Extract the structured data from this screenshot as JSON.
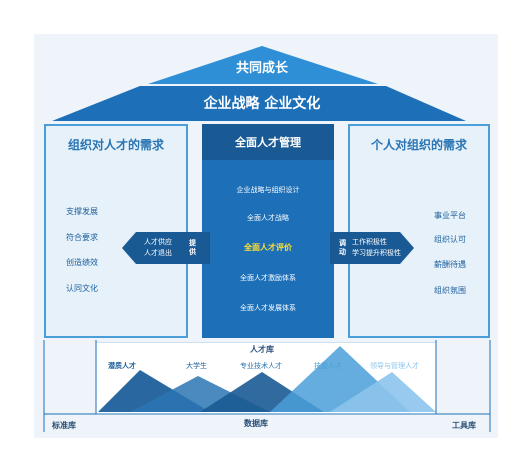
{
  "roof": {
    "top_title": "共同成长",
    "band_title": "企业战略 企业文化"
  },
  "left_panel": {
    "title": "组织对人才的需求",
    "items": [
      "支撑发展",
      "符合要求",
      "创造绩效",
      "认同文化"
    ]
  },
  "center_panel": {
    "title": "全面人才管理",
    "items": [
      "企业战略与组织设计",
      "全面人才战略",
      "全面人才评价",
      "全面人才激励体系",
      "全面人才发展体系"
    ],
    "highlight_color": "#ffe033"
  },
  "right_panel": {
    "title": "个人对组织的需求",
    "items": [
      "事业平台",
      "组织认可",
      "薪酬待遇",
      "组织氛围"
    ]
  },
  "left_flow": {
    "lines": [
      "人才供应",
      "人才退出"
    ],
    "vertical_label": "提供"
  },
  "right_flow": {
    "vertical_label": "调动",
    "lines": [
      "工作积极性",
      "学习提升积极性"
    ]
  },
  "talent_pool": {
    "title": "人才库",
    "categories": [
      {
        "label": "潜质人才",
        "color": "#1d5f9c"
      },
      {
        "label": "大学生",
        "color": "#1d5f9c"
      },
      {
        "label": "专业技术人才",
        "color": "#2a75b3"
      },
      {
        "label": "技能人才",
        "color": "#4a9fd8"
      },
      {
        "label": "领导与管理人才",
        "color": "#8cc4ec"
      }
    ]
  },
  "foundation": {
    "left_label": "标准库",
    "center_label": "数据库",
    "right_label": "工具库"
  },
  "colors": {
    "primary": "#1d6fb8",
    "dark": "#1a5a94",
    "light_panel": "#e6f1fa",
    "border": "#4a9fd8"
  }
}
